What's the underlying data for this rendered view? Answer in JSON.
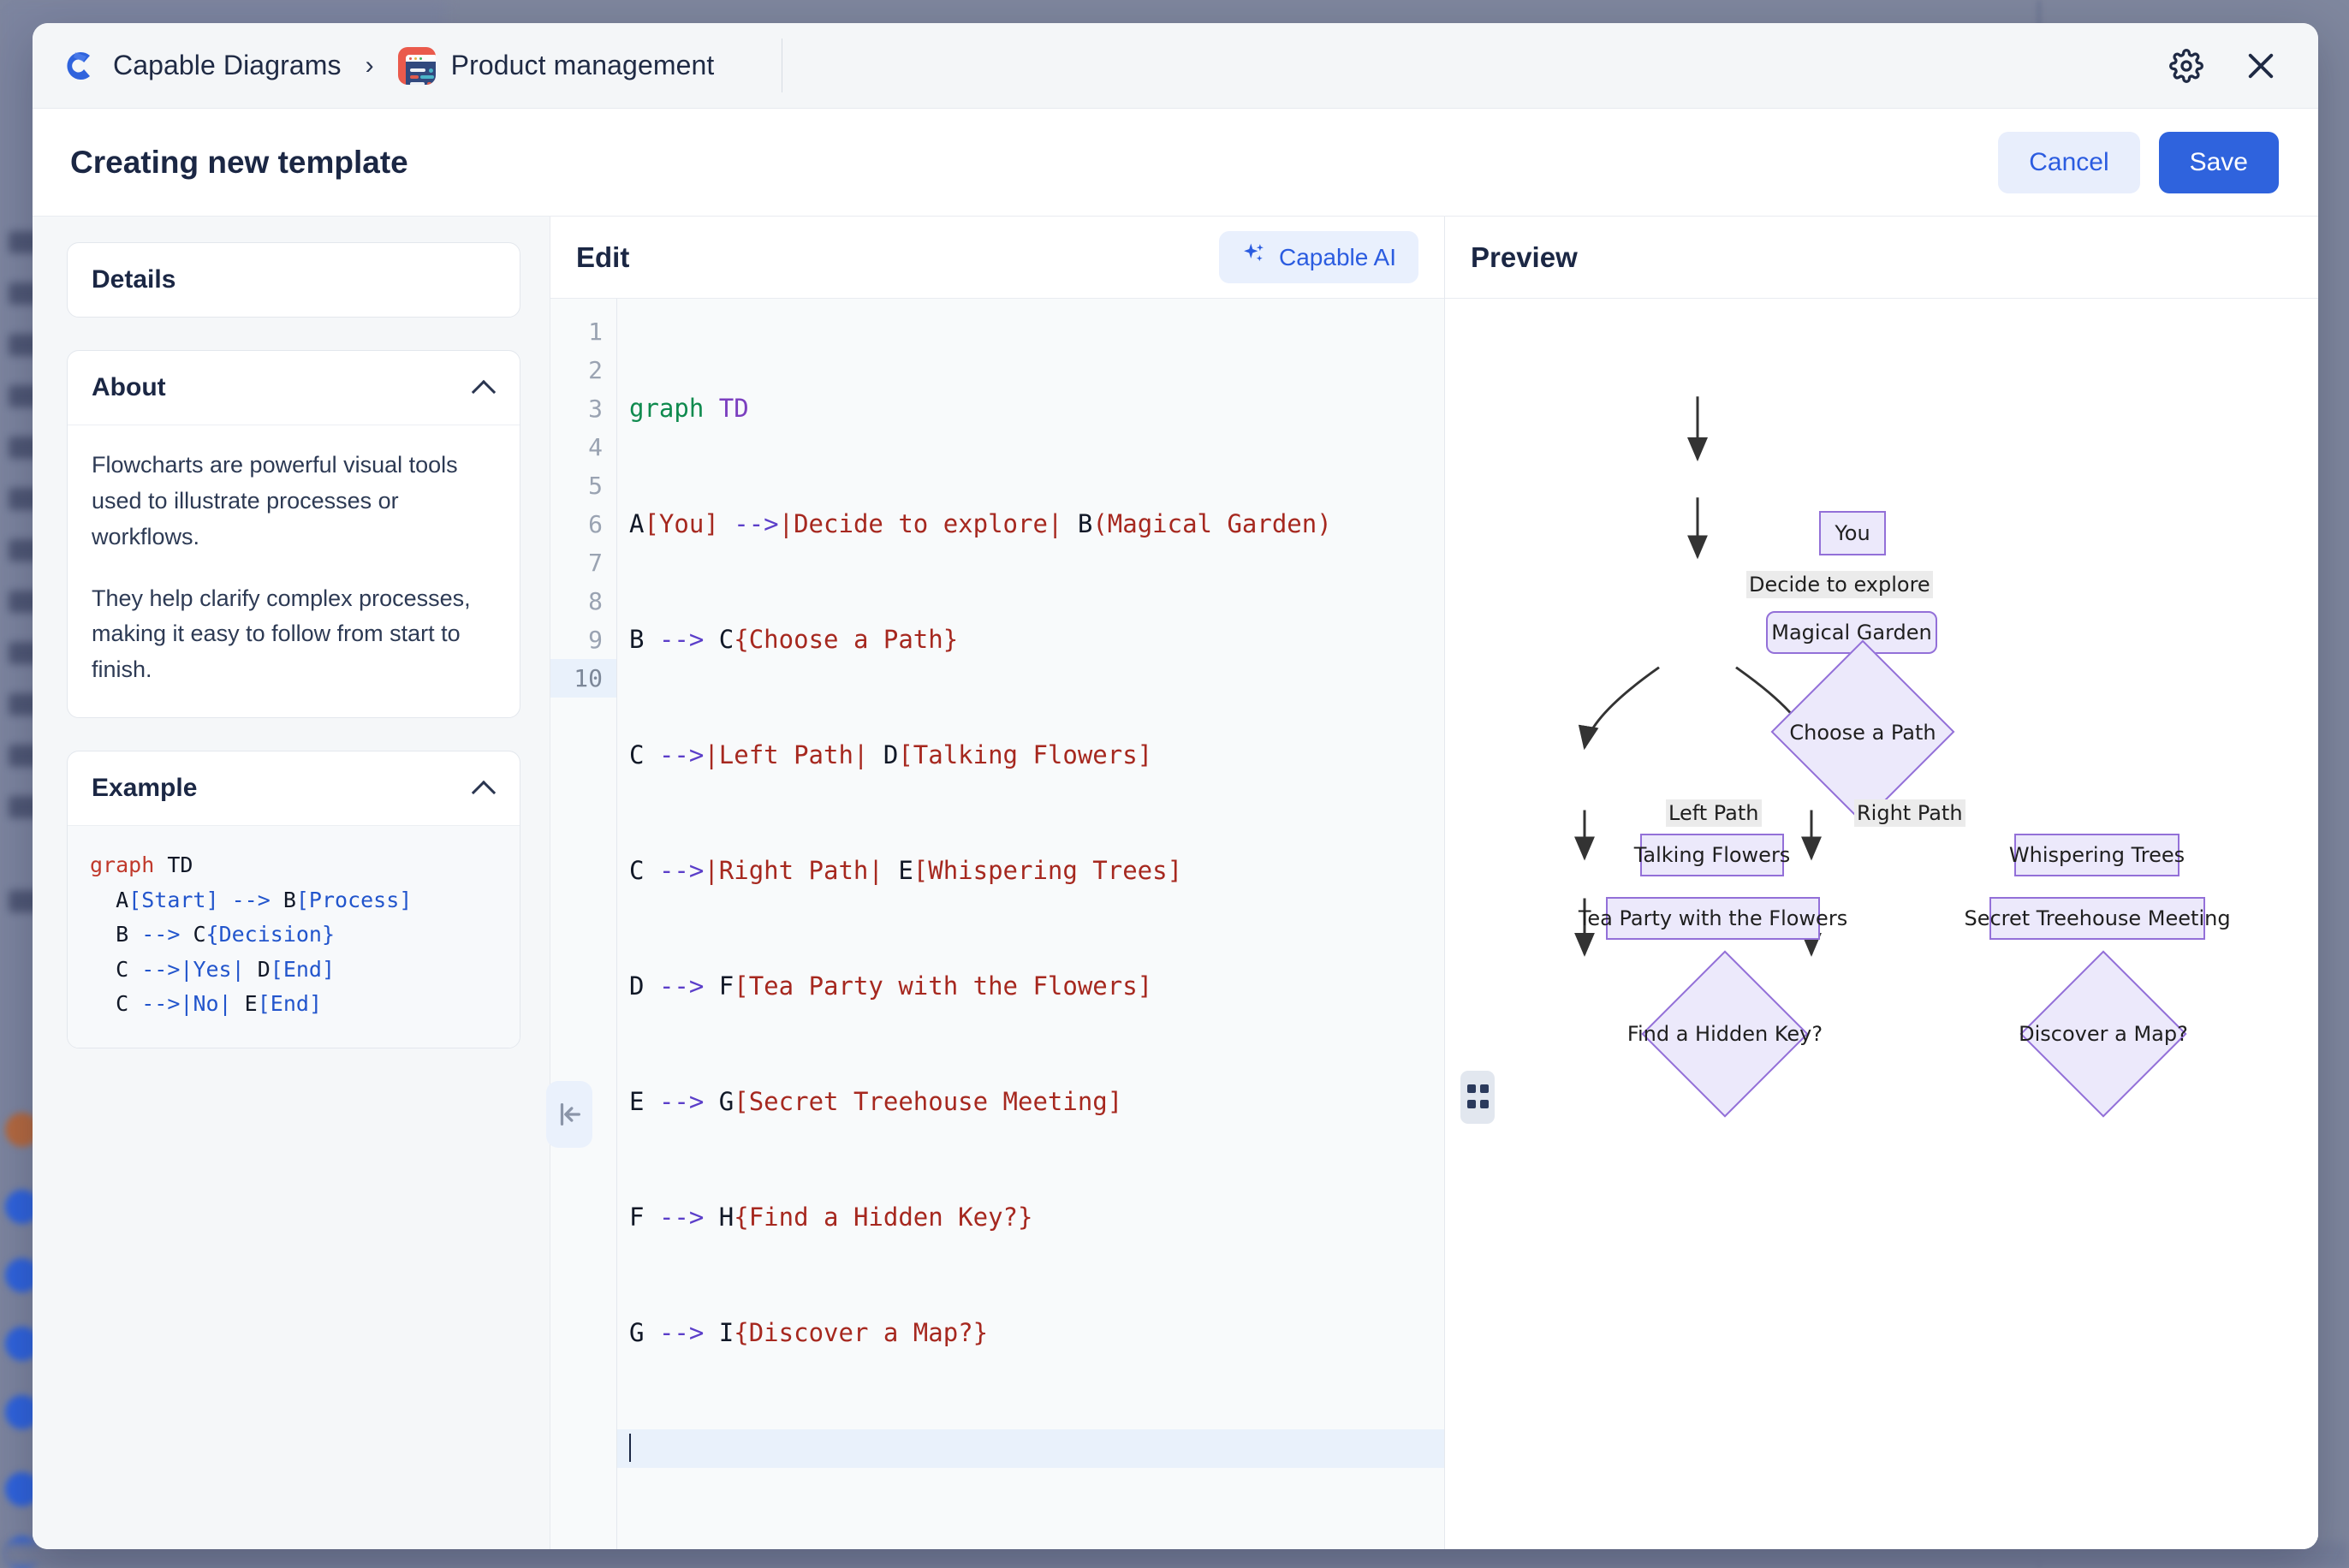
{
  "window": {
    "breadcrumb": {
      "org": "Capable Diagrams",
      "separator": "›",
      "project": "Product management",
      "org_icon": "capable-logo-icon",
      "project_icon": "product-management-icon",
      "settings_icon": "gear-icon",
      "close_icon": "close-icon"
    },
    "title": "Creating new template",
    "actions": {
      "cancel": "Cancel",
      "save": "Save"
    },
    "accent": "#2f63dd",
    "cancel_bg": "#e8eefc"
  },
  "left_panel": {
    "details": {
      "title": "Details"
    },
    "about": {
      "title": "About",
      "collapse_icon": "chevron-up-icon",
      "paragraphs": [
        "Flowcharts are powerful visual tools used to illustrate processes or workflows.",
        "They help clarify complex processes, making it easy to follow from start to finish."
      ]
    },
    "example": {
      "title": "Example",
      "collapse_icon": "chevron-up-icon",
      "code": "graph TD\n  A[Start] --> B[Process]\n  B --> C{Decision}\n  C -->|Yes| D[End]\n  C -->|No| E[End]"
    },
    "collapse_button_icon": "collapse-left-icon"
  },
  "editor": {
    "title": "Edit",
    "ai_button": {
      "label": "Capable AI",
      "icon": "sparkles-icon"
    },
    "lines": [
      {
        "n": "1",
        "text": "graph TD"
      },
      {
        "n": "2",
        "text": "A[You] -->|Decide to explore| B(Magical Garden)"
      },
      {
        "n": "3",
        "text": "B --> C{Choose a Path}"
      },
      {
        "n": "4",
        "text": "C -->|Left Path| D[Talking Flowers]"
      },
      {
        "n": "5",
        "text": "C -->|Right Path| E[Whispering Trees]"
      },
      {
        "n": "6",
        "text": "D --> F[Tea Party with the Flowers]"
      },
      {
        "n": "7",
        "text": "E --> G[Secret Treehouse Meeting]"
      },
      {
        "n": "8",
        "text": "F --> H{Find a Hidden Key?}"
      },
      {
        "n": "9",
        "text": "G --> I{Discover a Map?}"
      },
      {
        "n": "10",
        "text": ""
      }
    ],
    "active_line": "10",
    "drag_handle_icon": "resize-grip-icon"
  },
  "preview": {
    "title": "Preview",
    "diagram": {
      "direction": "TD",
      "node_fill": "#ece9fb",
      "node_stroke": "#9370d8",
      "edge_color": "#333333",
      "nodes": [
        {
          "id": "A",
          "label": "You",
          "shape": "rect"
        },
        {
          "id": "B",
          "label": "Magical Garden",
          "shape": "round"
        },
        {
          "id": "C",
          "label": "Choose a Path",
          "shape": "diamond"
        },
        {
          "id": "D",
          "label": "Talking Flowers",
          "shape": "rect"
        },
        {
          "id": "E",
          "label": "Whispering Trees",
          "shape": "rect"
        },
        {
          "id": "F",
          "label": "Tea Party with the Flowers",
          "shape": "rect"
        },
        {
          "id": "G",
          "label": "Secret Treehouse Meeting",
          "shape": "rect"
        },
        {
          "id": "H",
          "label": "Find a Hidden Key?",
          "shape": "diamond"
        },
        {
          "id": "I",
          "label": "Discover a Map?",
          "shape": "diamond"
        }
      ],
      "edges": [
        {
          "from": "A",
          "to": "B",
          "label": "Decide to explore"
        },
        {
          "from": "B",
          "to": "C",
          "label": ""
        },
        {
          "from": "C",
          "to": "D",
          "label": "Left Path"
        },
        {
          "from": "C",
          "to": "E",
          "label": "Right Path"
        },
        {
          "from": "D",
          "to": "F",
          "label": ""
        },
        {
          "from": "E",
          "to": "G",
          "label": ""
        },
        {
          "from": "F",
          "to": "H",
          "label": ""
        },
        {
          "from": "G",
          "to": "I",
          "label": ""
        }
      ]
    }
  }
}
